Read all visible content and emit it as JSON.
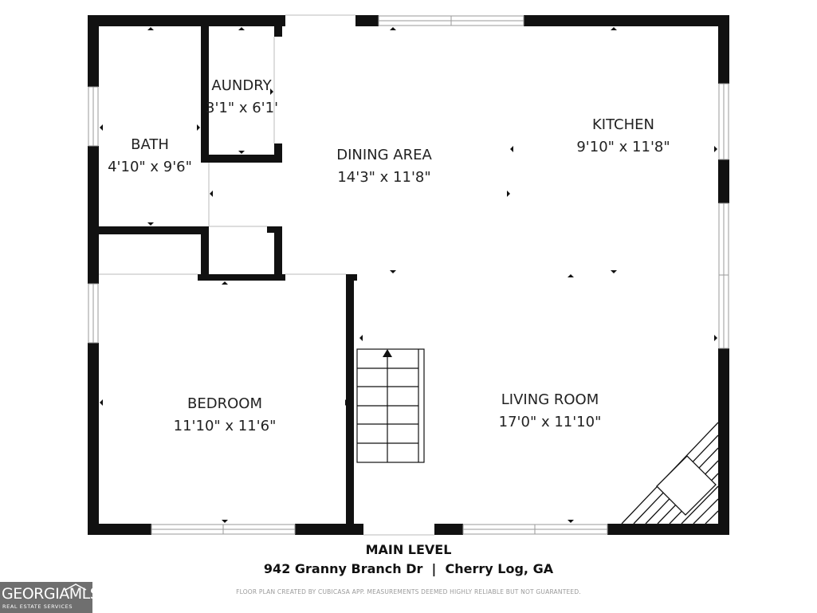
{
  "rooms": [
    {
      "id": "laundry",
      "name": "AUNDRY",
      "dims": "3'1\" x 6'1\""
    },
    {
      "id": "bath",
      "name": "BATH",
      "dims": "4'10\" x 9'6\""
    },
    {
      "id": "dining",
      "name": "DINING AREA",
      "dims": "14'3\" x 11'8\""
    },
    {
      "id": "kitchen",
      "name": "KITCHEN",
      "dims": "9'10\" x 11'8\""
    },
    {
      "id": "bedroom",
      "name": "BEDROOM",
      "dims": "11'10\" x 11'6\""
    },
    {
      "id": "living",
      "name": "LIVING ROOM",
      "dims": "17'0\" x 11'10\""
    }
  ],
  "footer": {
    "level": "MAIN LEVEL",
    "address": "942 Granny Branch Dr  |  Cherry Log, GA",
    "disclaimer": "FLOOR PLAN CREATED BY CUBICASA APP. MEASUREMENTS DEEMED HIGHLY RELIABLE BUT NOT GUARANTEED."
  },
  "logo": {
    "brand": "GEORGIAMLS",
    "tagline": "REAL ESTATE SERVICES"
  },
  "colors": {
    "wall": "#111111",
    "window": "#cccccc",
    "background": "#ffffff",
    "logo_bg": "#6f6f6f"
  }
}
